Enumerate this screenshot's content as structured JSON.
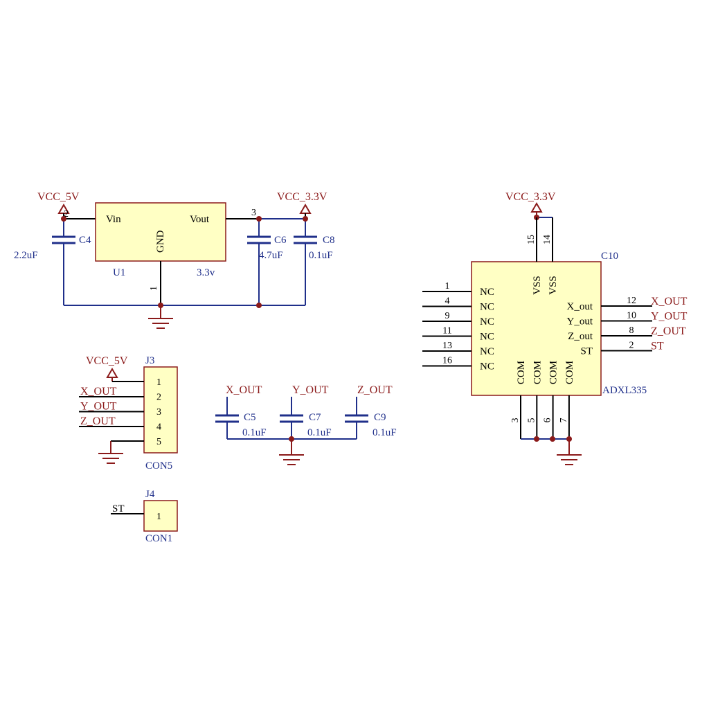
{
  "power": {
    "vcc5_top": "VCC_5V",
    "vcc33_reg": "VCC_3.3V",
    "vcc33_adxl": "VCC_3.3V",
    "vcc5_j3": "VCC_5V"
  },
  "u1": {
    "designator": "U1",
    "value": "3.3v",
    "pin_vin": "Vin",
    "pin_vout": "Vout",
    "pin_gnd": "GND",
    "pin2": "2",
    "pin3": "3",
    "pin1": "1"
  },
  "capacitors": {
    "c4": {
      "ref": "C4",
      "value": "2.2uF"
    },
    "c6": {
      "ref": "C6",
      "value": "4.7uF"
    },
    "c8": {
      "ref": "C8",
      "value": "0.1uF"
    },
    "c5": {
      "ref": "C5",
      "value": "0.1uF",
      "net": "X_OUT"
    },
    "c7": {
      "ref": "C7",
      "value": "0.1uF",
      "net": "Y_OUT"
    },
    "c9": {
      "ref": "C9",
      "value": "0.1uF",
      "net": "Z_OUT"
    }
  },
  "adxl": {
    "designator": "C10",
    "part": "ADXL335",
    "left_pins": [
      {
        "num": "1",
        "name": "NC"
      },
      {
        "num": "4",
        "name": "NC"
      },
      {
        "num": "9",
        "name": "NC"
      },
      {
        "num": "11",
        "name": "NC"
      },
      {
        "num": "13",
        "name": "NC"
      },
      {
        "num": "16",
        "name": "NC"
      }
    ],
    "right_pins": [
      {
        "num": "12",
        "name": "X_out",
        "net": "X_OUT"
      },
      {
        "num": "10",
        "name": "Y_out",
        "net": "Y_OUT"
      },
      {
        "num": "8",
        "name": "Z_out",
        "net": "Z_OUT"
      },
      {
        "num": "2",
        "name": "ST",
        "net": "ST"
      }
    ],
    "top_pins": [
      {
        "num": "15",
        "name": "VSS"
      },
      {
        "num": "14",
        "name": "VSS"
      }
    ],
    "bottom_pins": [
      {
        "num": "3",
        "name": "COM"
      },
      {
        "num": "5",
        "name": "COM"
      },
      {
        "num": "6",
        "name": "COM"
      },
      {
        "num": "7",
        "name": "COM"
      }
    ]
  },
  "j3": {
    "designator": "J3",
    "part": "CON5",
    "pins": [
      "1",
      "2",
      "3",
      "4",
      "5"
    ],
    "nets": [
      "X_OUT",
      "Y_OUT",
      "Z_OUT"
    ]
  },
  "j4": {
    "designator": "J4",
    "part": "CON1",
    "pins": [
      "1"
    ],
    "net": "ST"
  }
}
